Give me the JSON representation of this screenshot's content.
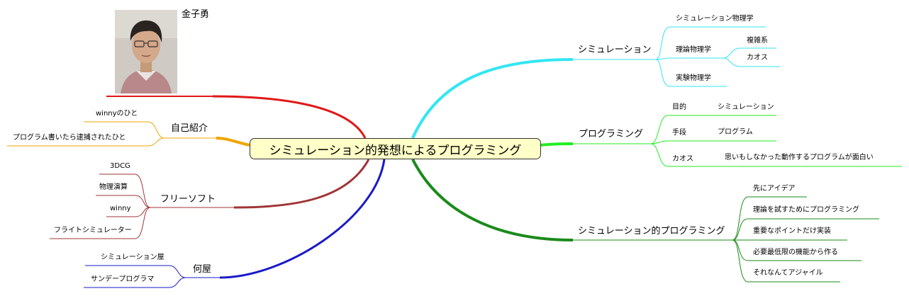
{
  "central": "シミュレーション的発想によるプログラミング",
  "photo_caption": "金子勇",
  "colors": {
    "simulation": "#33e6f2",
    "programming": "#22ee22",
    "sim_programming": "#1a8a1a",
    "self_intro": "#f0a500",
    "red": "#e01818",
    "freesoft": "#a03535",
    "nandemoya": "#1a1ac8"
  },
  "simulation": {
    "label": "シミュレーション",
    "children": [
      "シミュレーション物理学",
      "理論物理学",
      "実験物理学"
    ],
    "theory_children": [
      "複雑系",
      "カオス"
    ]
  },
  "programming": {
    "label": "プログラミング",
    "rows": [
      {
        "key": "目的",
        "value": "シミュレーション"
      },
      {
        "key": "手段",
        "value": "プログラム"
      },
      {
        "key": "カオス",
        "value": "思いもしなかった動作するプログラムが面白い"
      }
    ]
  },
  "sim_programming": {
    "label": "シミュレーション的プログラミング",
    "children": [
      "先にアイデア",
      "理論を試すためにプログラミング",
      "重要なポイントだけ実装",
      "必要最低限の機能から作る",
      "それなんてアジャイル"
    ]
  },
  "self_intro": {
    "label": "自己紹介",
    "children": [
      "winnyのひと",
      "プログラム書いたら逮捕されたひと"
    ]
  },
  "freesoft": {
    "label": "フリーソフト",
    "children": [
      "3DCG",
      "物理演算",
      "winny",
      "フライトシミュレーター"
    ]
  },
  "nandemoya": {
    "label": "何屋",
    "children": [
      "シミュレーション屋",
      "サンデープログラマ"
    ]
  }
}
